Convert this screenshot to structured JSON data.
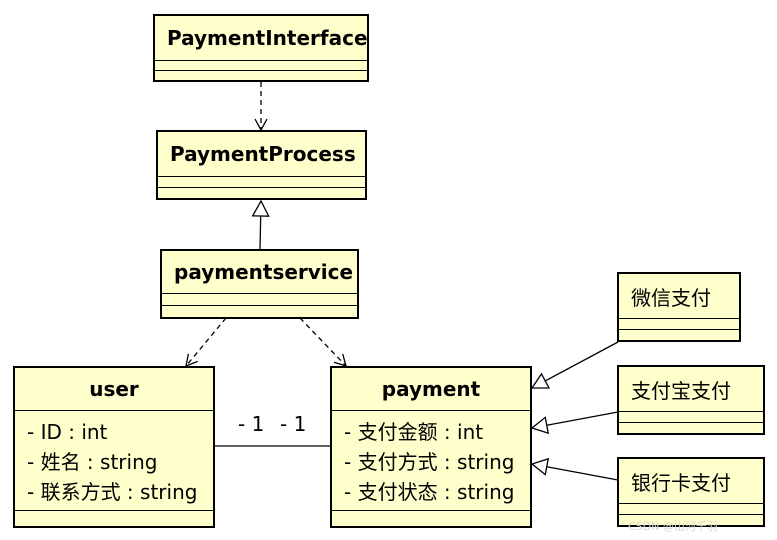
{
  "classes": {
    "payment_interface": {
      "name": "PaymentInterface"
    },
    "payment_process": {
      "name": "PaymentProcess"
    },
    "payment_service": {
      "name": "paymentservice"
    },
    "user": {
      "name": "user",
      "attributes": [
        "- ID : int",
        "- 姓名 : string",
        "- 联系方式 : string"
      ]
    },
    "payment": {
      "name": "payment",
      "attributes": [
        "- 支付金额 : int",
        "- 支付方式 : string",
        "- 支付状态 : string"
      ]
    },
    "wechat_pay": {
      "name": "微信支付"
    },
    "alipay": {
      "name": "支付宝支付"
    },
    "bank_card_pay": {
      "name": "银行卡支付"
    }
  },
  "association": {
    "left_multiplicity": "- 1",
    "right_multiplicity": "- 1"
  },
  "watermark": "CSDN @山河千羽"
}
